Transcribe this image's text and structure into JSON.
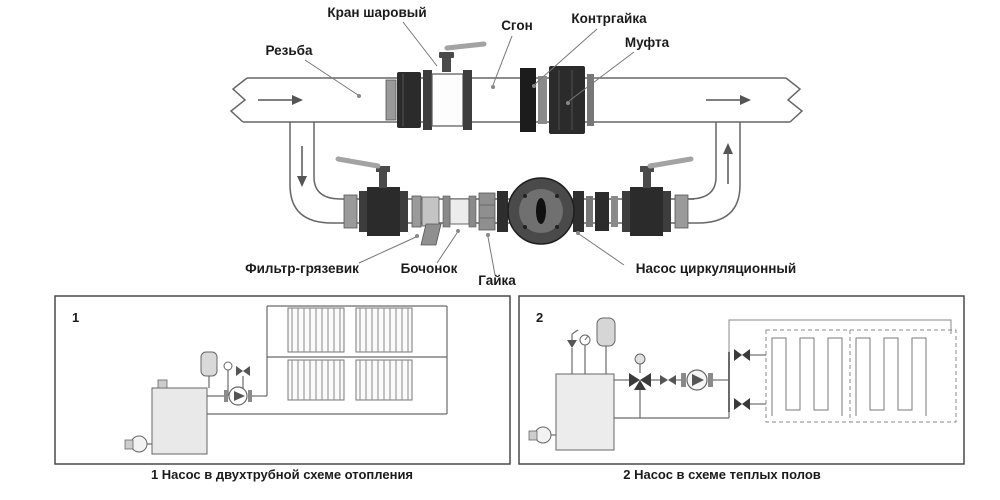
{
  "diagram": {
    "labels": {
      "ball_valve": "Кран шаровый",
      "union_pipe": "Сгон",
      "locknut": "Контргайка",
      "coupling": "Муфта",
      "thread": "Резьба",
      "filter": "Фильтр-грязевик",
      "barrel_nipple": "Бочонок",
      "nut": "Гайка",
      "circulation_pump": "Насос циркуляционный"
    }
  },
  "panels": [
    {
      "number": "1",
      "caption": "1 Насос в двухтрубной схеме отопления"
    },
    {
      "number": "2",
      "caption": "2 Насос в схеме теплых полов"
    }
  ],
  "colors": {
    "background": "#ffffff",
    "line": "#666666",
    "dark_fitting": "#2b2b2b",
    "mid_gray": "#8a8a8a",
    "handle_gray": "#a3a3a3",
    "text": "#1b1b1b",
    "panel_border": "#4a4a4a"
  }
}
